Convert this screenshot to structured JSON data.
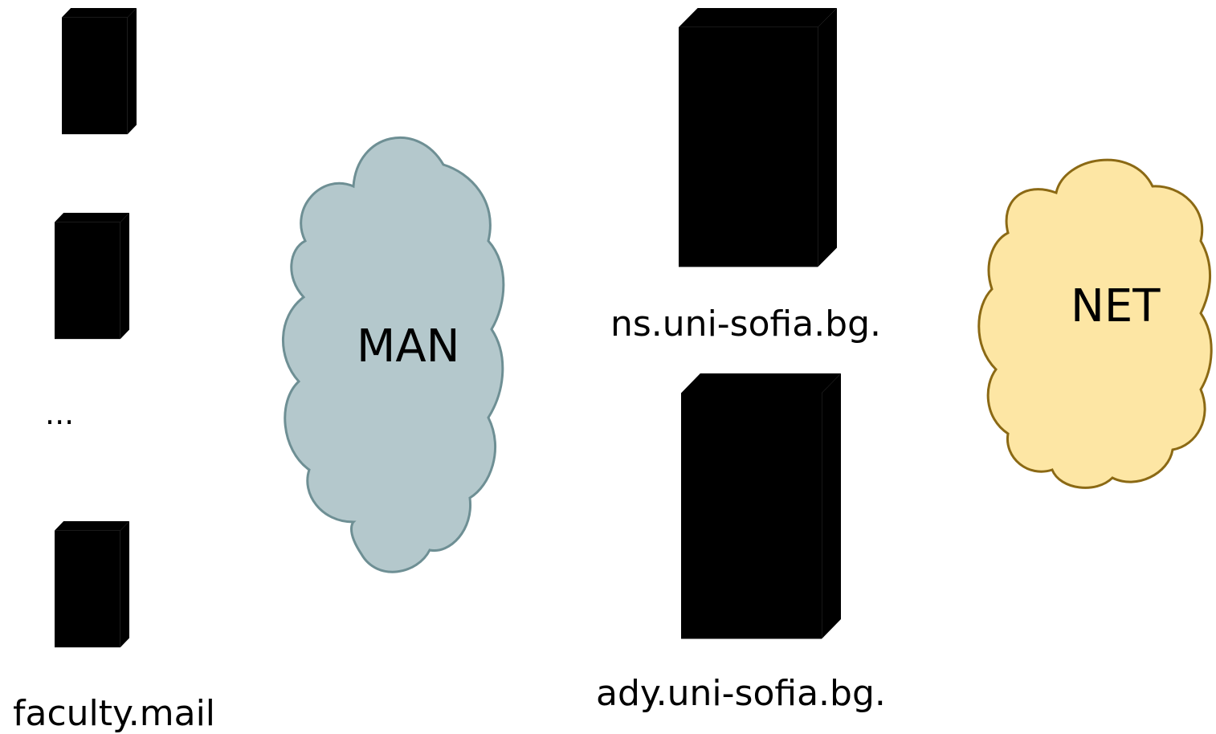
{
  "clouds": {
    "man": {
      "label": "MAN",
      "fill": "#b4c8cc",
      "stroke": "#6e8f94"
    },
    "net": {
      "label": "NET",
      "fill": "#fde6a4",
      "stroke": "#8b6914"
    }
  },
  "servers": {
    "ns_label": "ns.uni-sofia.bg.",
    "ady_label": "ady.uni-sofia.bg.",
    "faculty_label": "faculty.mail",
    "ellipsis": "..."
  },
  "colors": {
    "server_front": "#b7b6a0",
    "server_top": "#cdcdb5",
    "server_side": "#7a7a58",
    "server_outline": "#3d3d2c"
  }
}
